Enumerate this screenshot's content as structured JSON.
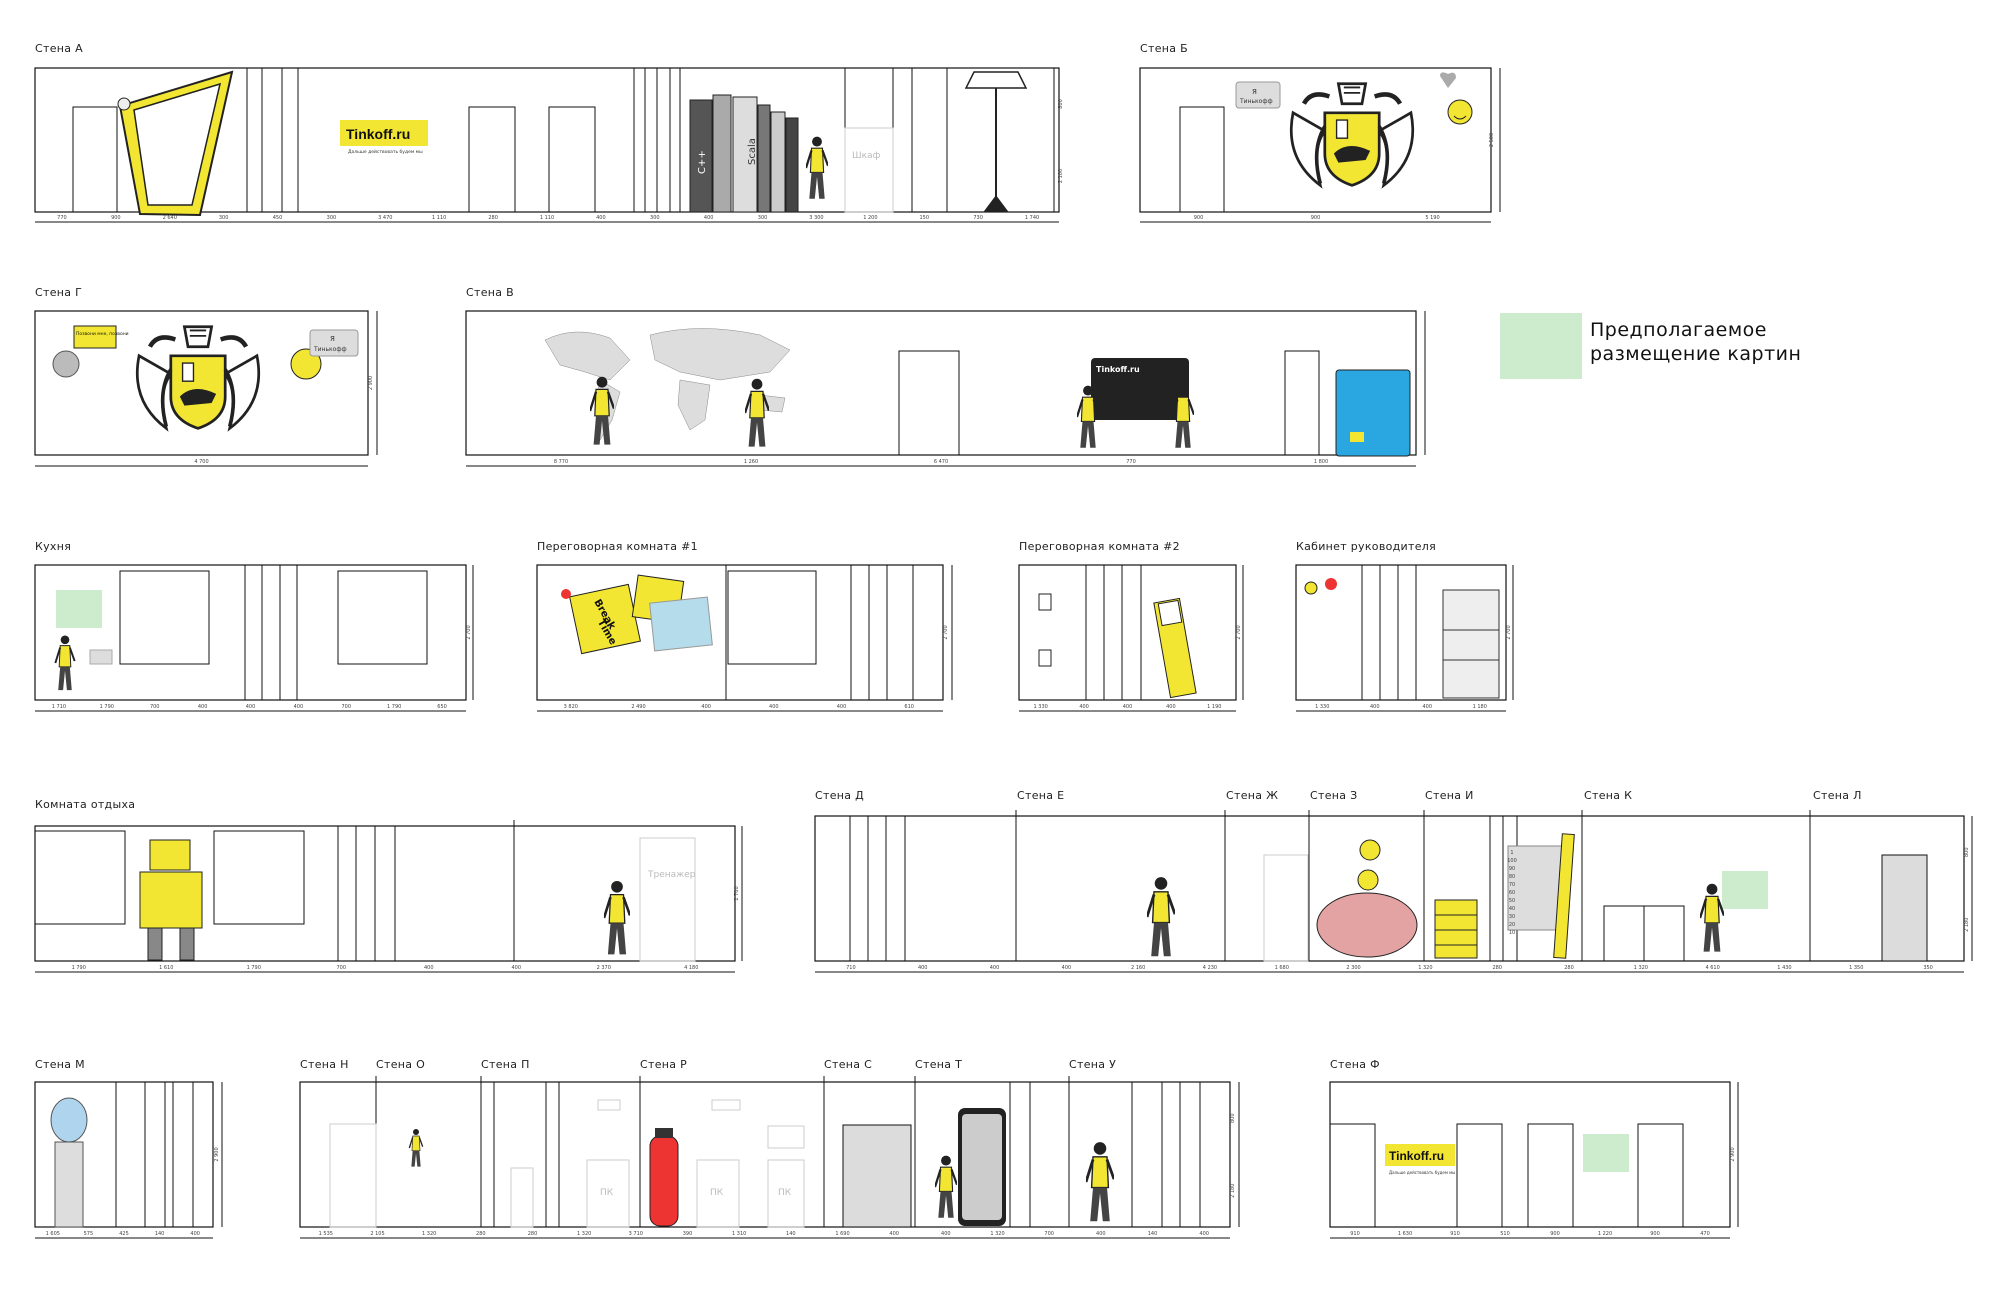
{
  "legend": {
    "text_line1": "Предполагаемое",
    "text_line2": "размещение картин",
    "color": "#cdeccd"
  },
  "accent_color": "#f2e632",
  "walls": {
    "a": "Стена А",
    "b": "Стена Б",
    "g": "Стена Г",
    "v": "Стена В",
    "kitchen": "Кухня",
    "meeting1": "Переговорная комната #1",
    "meeting2": "Переговорная комната #2",
    "office": "Кабинет руководителя",
    "rest": "Комната отдыха",
    "d": "Стена Д",
    "e": "Стена Е",
    "zh": "Стена Ж",
    "z": "Стена З",
    "i": "Стена И",
    "k": "Стена К",
    "l": "Стена Л",
    "m": "Стена М",
    "n": "Стена Н",
    "o": "Стена О",
    "p": "Стена П",
    "r": "Стена Р",
    "s": "Стена С",
    "t": "Стена Т",
    "u": "Стена У",
    "f": "Стена Ф"
  },
  "artwork": {
    "tinkoff_brand": "Tinkoff.ru",
    "tinkoff_slogan": "Дальше действовать будем мы",
    "closet": "Шкаф",
    "trainer": "Тренажер",
    "pc": "ПК",
    "bubble_ya": "Я",
    "bubble_tinkoff": "Тинькофф",
    "bubble_call": "Позвони мне, позвони",
    "break_time_1": "Break",
    "break_time_2": "Time",
    "book_c": "C++",
    "book_scala": "Scala"
  },
  "dimensions": {
    "a": [
      "770",
      "900",
      "2 640",
      "300",
      "450",
      "300",
      "3 470",
      "1 110",
      "280",
      "1 110",
      "400",
      "300",
      "400",
      "300",
      "3 300",
      "1 200",
      "150",
      "730",
      "1 740"
    ],
    "a_height": [
      "800",
      "2 100"
    ],
    "b": [
      "900",
      "900",
      "5 190"
    ],
    "b_height": [
      "2 500"
    ],
    "g": [
      "4 700"
    ],
    "g_height": [
      "2 900"
    ],
    "v": [
      "8 770",
      "1 260",
      "6 470",
      "770",
      "1 800"
    ],
    "kitchen": [
      "1 710",
      "1 790",
      "700",
      "400",
      "400",
      "400",
      "700",
      "1 790",
      "650"
    ],
    "kitchen_height": [
      "2 700"
    ],
    "meeting1": [
      "3 820",
      "2 490",
      "400",
      "400",
      "400",
      "610"
    ],
    "meeting1_height": [
      "2 700"
    ],
    "meeting2": [
      "1 330",
      "400",
      "400",
      "400",
      "1 190"
    ],
    "meeting2_height": [
      "2 700"
    ],
    "office": [
      "1 330",
      "400",
      "400",
      "1 180"
    ],
    "office_height": [
      "2 700"
    ],
    "rest": [
      "1 790",
      "1 610",
      "1 790",
      "700",
      "400",
      "400",
      "2 370",
      "4 180"
    ],
    "rest_height": [
      "2 700"
    ],
    "de": [
      "710",
      "400",
      "400",
      "400",
      "2 160",
      "4 230",
      "1 680",
      "2 300",
      "1 320",
      "280",
      "280",
      "1 320",
      "4 610",
      "1 430",
      "1 350",
      "350"
    ],
    "de_height": [
      "800",
      "2 180"
    ],
    "m": [
      "1 605",
      "575",
      "425",
      "140",
      "400"
    ],
    "m_height": [
      "2 900"
    ],
    "nu": [
      "1 535",
      "2 105",
      "1 320",
      "280",
      "280",
      "1 320",
      "3 710",
      "390",
      "1 310",
      "140",
      "1 690",
      "400",
      "400",
      "1 320",
      "700",
      "400",
      "140",
      "400"
    ],
    "nu_height": [
      "800",
      "2 180"
    ],
    "f": [
      "910",
      "1 630",
      "910",
      "510",
      "900",
      "1 220",
      "900",
      "470"
    ],
    "f_height": [
      "2 900"
    ],
    "ruler": [
      "1",
      "100",
      "90",
      "80",
      "70",
      "60",
      "50",
      "40",
      "30",
      "20",
      "10"
    ]
  }
}
